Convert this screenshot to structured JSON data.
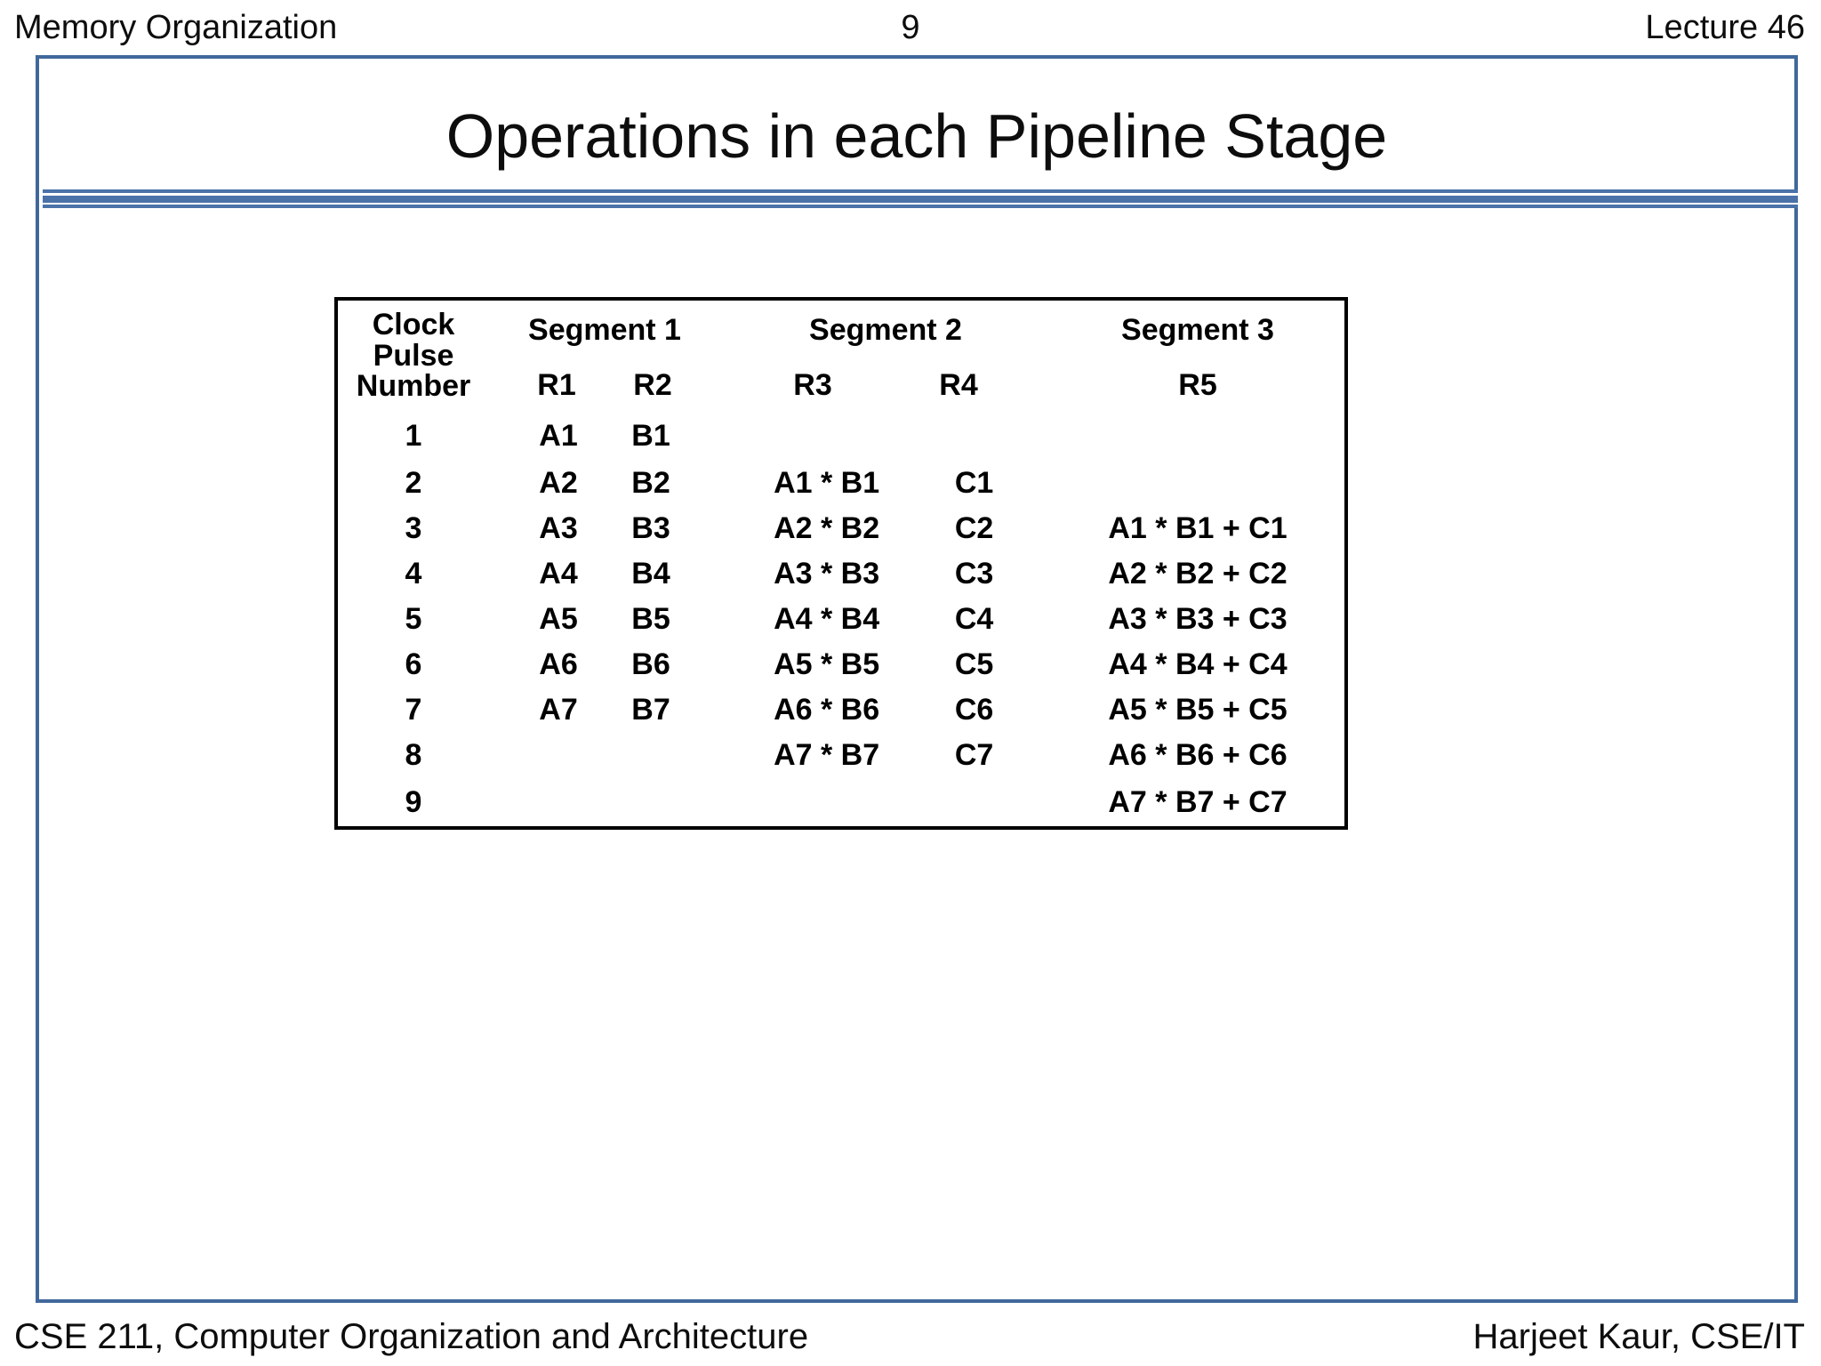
{
  "header": {
    "left": "Memory Organization",
    "page_number": "9",
    "right": "Lecture 46"
  },
  "title": "Operations in each Pipeline Stage",
  "table": {
    "clock_header_line1": "Clock",
    "clock_header_line2": "Pulse",
    "clock_header_line3": "Number",
    "segments": [
      {
        "label": "Segment 1",
        "registers": [
          "R1",
          "R2"
        ]
      },
      {
        "label": "Segment 2",
        "registers": [
          "R3",
          "R4"
        ]
      },
      {
        "label": "Segment 3",
        "registers": [
          "R5"
        ]
      }
    ],
    "rows": [
      {
        "clock": "1",
        "r1": "A1",
        "r2": "B1",
        "r3": "",
        "r4": "",
        "r5": ""
      },
      {
        "clock": "2",
        "r1": "A2",
        "r2": "B2",
        "r3": "A1 * B1",
        "r4": "C1",
        "r5": ""
      },
      {
        "clock": "3",
        "r1": "A3",
        "r2": "B3",
        "r3": "A2 * B2",
        "r4": "C2",
        "r5": "A1 * B1 + C1"
      },
      {
        "clock": "4",
        "r1": "A4",
        "r2": "B4",
        "r3": "A3 * B3",
        "r4": "C3",
        "r5": "A2 * B2 + C2"
      },
      {
        "clock": "5",
        "r1": "A5",
        "r2": "B5",
        "r3": "A4 * B4",
        "r4": "C4",
        "r5": "A3 * B3 + C3"
      },
      {
        "clock": "6",
        "r1": "A6",
        "r2": "B6",
        "r3": "A5 * B5",
        "r4": "C5",
        "r5": "A4 * B4 + C4"
      },
      {
        "clock": "7",
        "r1": "A7",
        "r2": "B7",
        "r3": "A6 * B6",
        "r4": "C6",
        "r5": "A5 * B5 + C5"
      },
      {
        "clock": "8",
        "r1": "",
        "r2": "",
        "r3": "A7 * B7",
        "r4": "C7",
        "r5": "A6 * B6 + C6"
      },
      {
        "clock": "9",
        "r1": "",
        "r2": "",
        "r3": "",
        "r4": "",
        "r5": "A7 * B7 + C7"
      }
    ]
  },
  "footer": {
    "left": "CSE 211, Computer Organization and Architecture",
    "right": "Harjeet Kaur, CSE/IT"
  },
  "colors": {
    "frame_blue": "#41689B",
    "rule_blue": "#4A72A8",
    "text": "#0d0d0d",
    "table_border": "#000000"
  }
}
